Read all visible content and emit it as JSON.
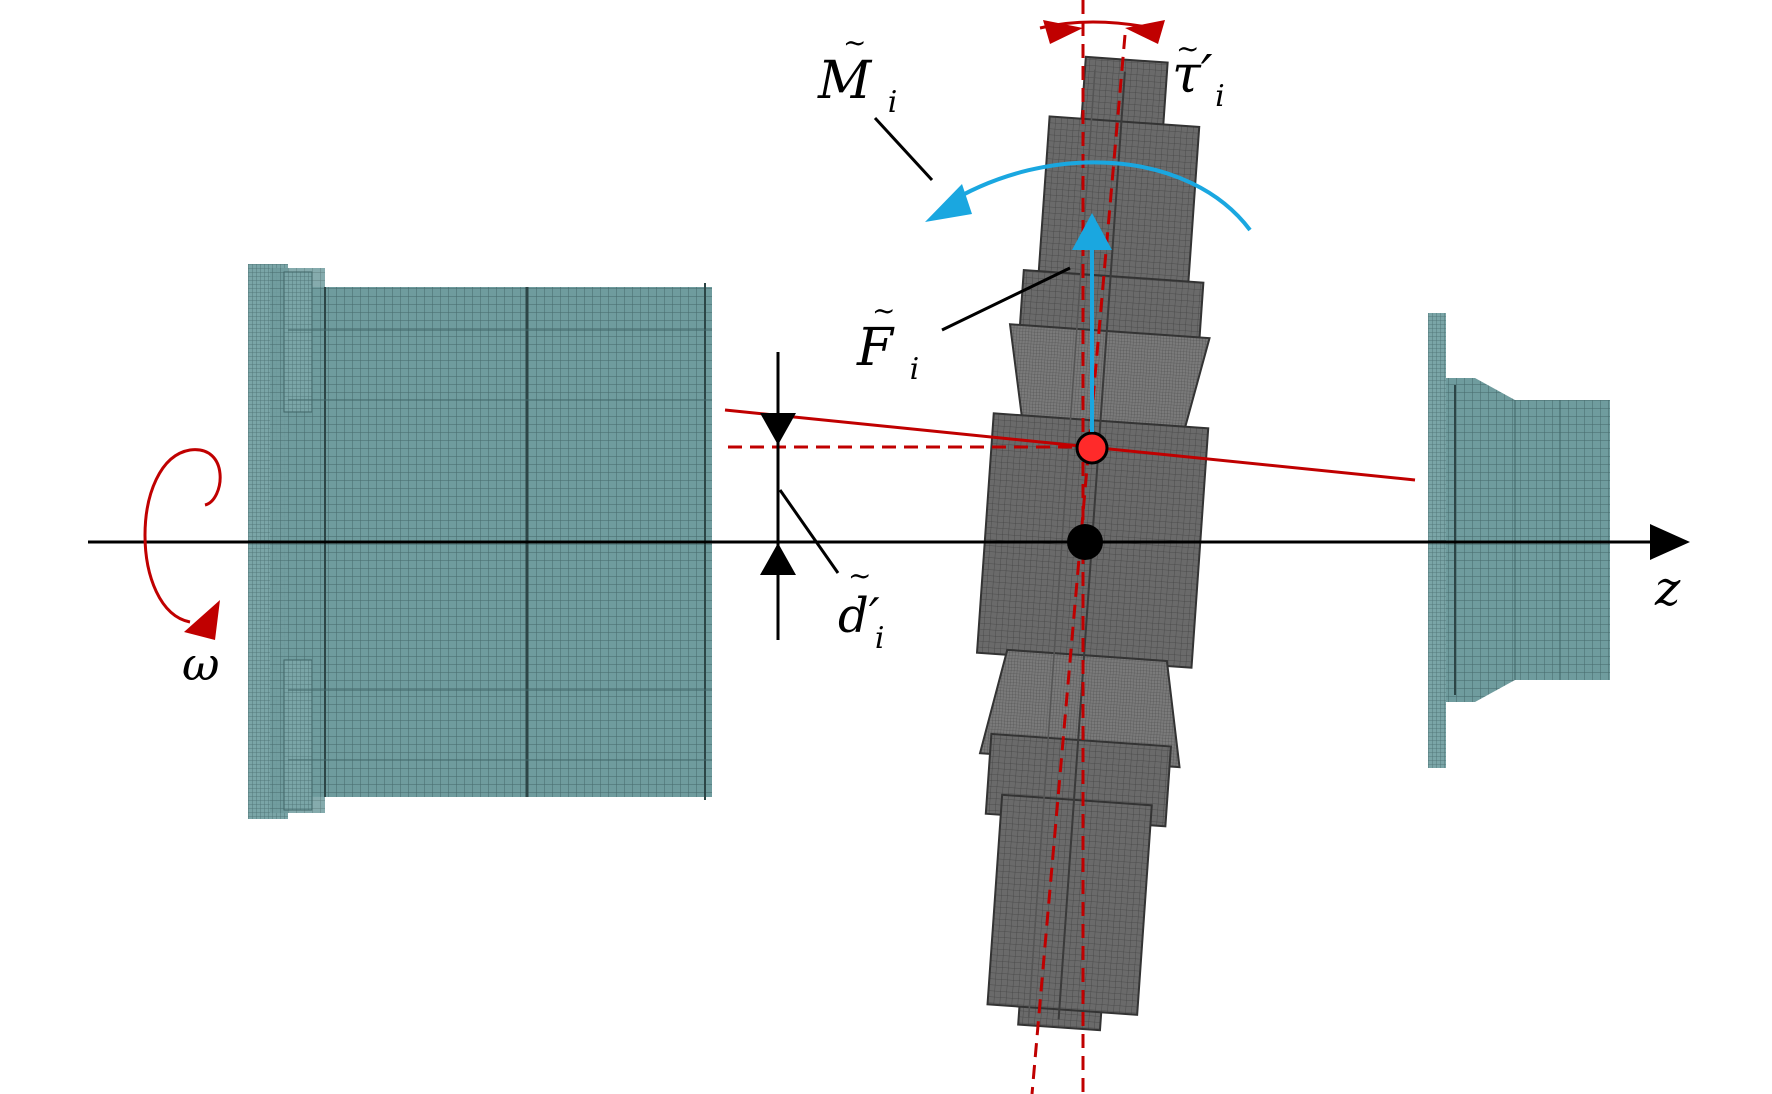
{
  "labels": {
    "moment_symbol": "M",
    "moment_subscript": "i",
    "tilt_symbol": "τ′",
    "tilt_subscript": "i",
    "force_symbol": "F",
    "force_subscript": "i",
    "offset_symbol": "d′",
    "offset_subscript": "i",
    "axis_label": "z",
    "rotation_label": "ω"
  },
  "colors": {
    "mesh_fill": "#6f9c9e",
    "mesh_dark": "#3f6466",
    "disk_fill": "#6a6a6a",
    "disk_dark": "#3c3c3c",
    "red_line": "#c00000",
    "blue_arrow": "#1aa7e0",
    "black_axis": "#000000"
  },
  "components": [
    "left-rotor-drum",
    "tilted-disk",
    "right-shaft-end"
  ],
  "icons": [
    "rotation-arrow-icon",
    "axis-arrow-icon",
    "force-arrow-icon",
    "moment-arc-icon"
  ]
}
